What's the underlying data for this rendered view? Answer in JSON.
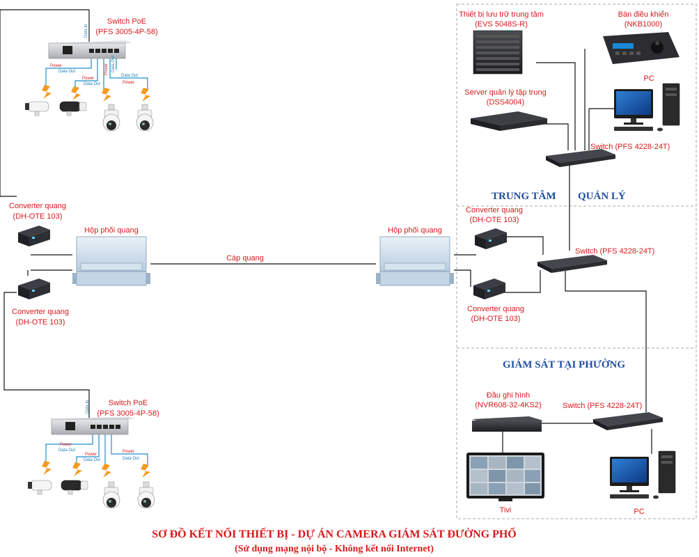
{
  "labels": {
    "switch_poe_top": "Switch PoE",
    "switch_poe_top_model": "(PFS 3005-4P-58)",
    "switch_poe_bottom": "Switch PoE",
    "switch_poe_bottom_model": "(PFS 3005-4P-58)",
    "conv_left_top": "Converter quang",
    "conv_left_top_model": "(DH-OTE 103)",
    "conv_left_bottom": "Converter quang",
    "conv_left_bottom_model": "(DH-OTE 103)",
    "odf_left": "Hộp phối quang",
    "odf_right": "Hộp phối quang",
    "fiber": "Cáp quang",
    "conv_right_top": "Converter quang",
    "conv_right_top_model": "(DH-OTE 103)",
    "conv_right_bottom": "Converter quang",
    "conv_right_bottom_model": "(DH-OTE 103)",
    "switch_mid": "Switch (PFS 4228-24T)",
    "storage": "Thiết bị lưu trữ trung tâm",
    "storage_model": "(EVS 5048S-R)",
    "keyboard": "Bàn điều khiển",
    "keyboard_model": "(NKB1000)",
    "server": "Server quản lý tập trung",
    "server_model": "(DSS4004)",
    "pc_top": "PC",
    "switch_center": "Switch (PFS 4228-24T)",
    "nvr": "Đầu ghi hình",
    "nvr_model": "(NVR608-32-4KS2)",
    "switch_ward": "Switch (PFS 4228-24T)",
    "tivi": "Tivi",
    "pc_bottom": "PC"
  },
  "port_labels": {
    "data_in": "Data In",
    "data_out": "Data Out",
    "power": "Power"
  },
  "sections": {
    "center_left": "TRUNG TÂM",
    "center_right": "QUẢN LÝ",
    "ward": "GIÁM SÁT TẠI PHƯỜNG"
  },
  "title": {
    "main": "SƠ ĐỒ KẾT NỐI THIẾT BỊ - DỰ ÁN CAMERA GIÁM SÁT ĐƯỜNG PHỐ",
    "sub": "(Sử dụng mạng nội bộ - Không kết nối Internet)"
  },
  "colors": {
    "label": "#d7191c",
    "section": "#1f4fa3",
    "data_cable": "#1f8fc8",
    "power_bolt": "#f39a1f"
  }
}
